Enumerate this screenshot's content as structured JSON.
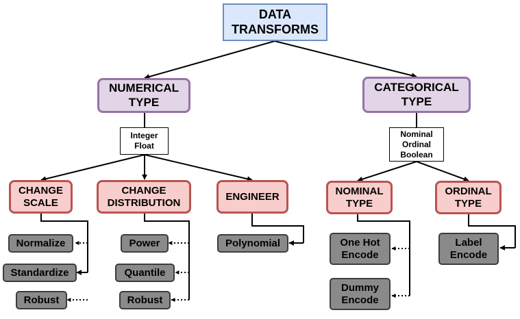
{
  "root": {
    "lines": [
      "DATA",
      "TRANSFORMS"
    ]
  },
  "numerical": {
    "lines": [
      "NUMERICAL",
      "TYPE"
    ],
    "note": [
      "Integer",
      "Float"
    ],
    "change_scale": {
      "lines": [
        "CHANGE",
        "SCALE"
      ],
      "leaves": [
        "Normalize",
        "Standardize",
        "Robust"
      ]
    },
    "change_distribution": {
      "lines": [
        "CHANGE",
        "DISTRIBUTION"
      ],
      "leaves": [
        "Power",
        "Quantile",
        "Robust"
      ]
    },
    "engineer": {
      "lines": [
        "ENGINEER"
      ],
      "leaves": [
        "Polynomial"
      ]
    }
  },
  "categorical": {
    "lines": [
      "CATEGORICAL",
      "TYPE"
    ],
    "note": [
      "Nominal",
      "Ordinal",
      "Boolean"
    ],
    "nominal": {
      "lines": [
        "NOMINAL",
        "TYPE"
      ],
      "leaves": [
        [
          "One Hot",
          "Encode"
        ],
        [
          "Dummy",
          "Encode"
        ]
      ]
    },
    "ordinal": {
      "lines": [
        "ORDINAL",
        "TYPE"
      ],
      "leaves": [
        [
          "Label",
          "Encode"
        ]
      ]
    }
  }
}
